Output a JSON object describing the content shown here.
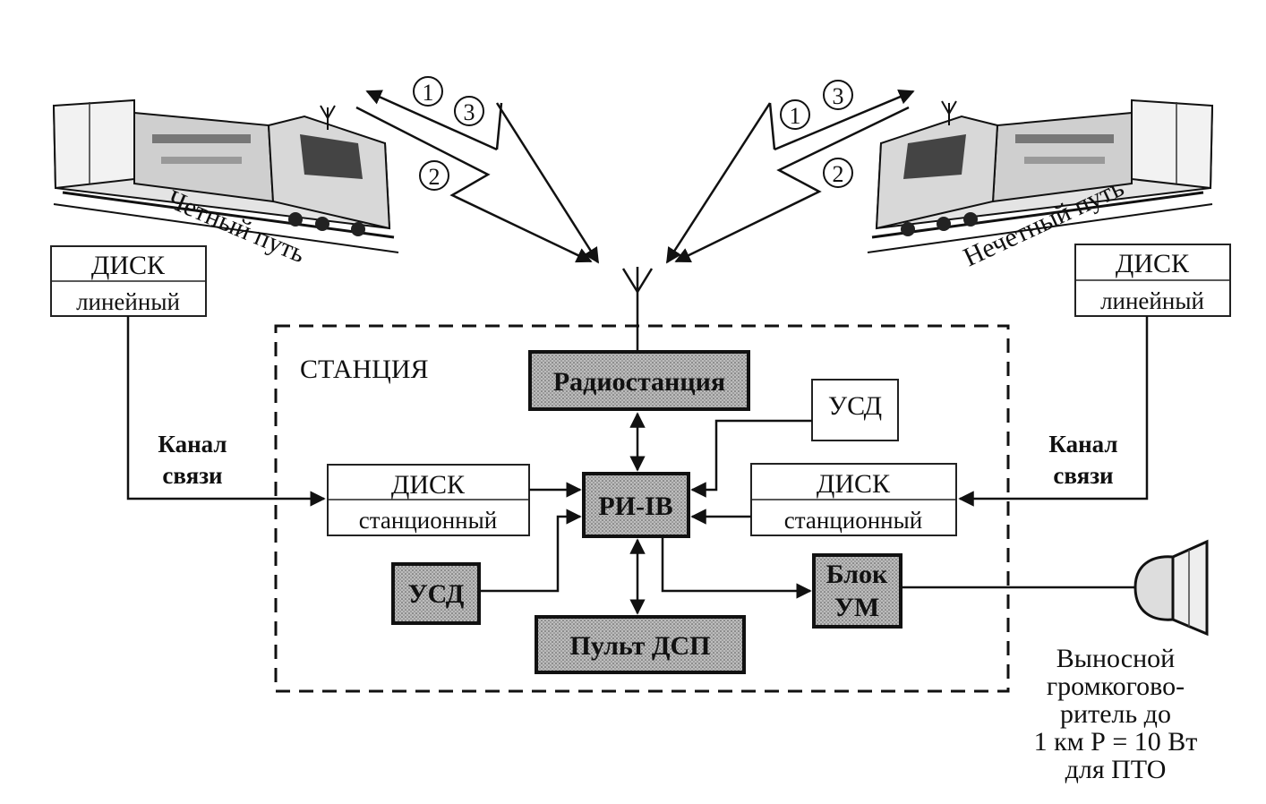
{
  "trains": {
    "left_label": "Четный путь",
    "right_label": "Нечетный путь"
  },
  "signals": {
    "left": [
      "1",
      "3",
      "2"
    ],
    "right": [
      "1",
      "3",
      "2"
    ]
  },
  "disk_line_left": {
    "title": "ДИСК",
    "subtitle": "линейный"
  },
  "disk_line_right": {
    "title": "ДИСК",
    "subtitle": "линейный"
  },
  "channel_left": {
    "line1": "Канал",
    "line2": "связи"
  },
  "channel_right": {
    "line1": "Канал",
    "line2": "связи"
  },
  "station": {
    "label": "СТАНЦИЯ",
    "radio": "Радиостанция",
    "usd_top": "УСД",
    "disk_left": {
      "title": "ДИСК",
      "subtitle": "станционный"
    },
    "disk_right": {
      "title": "ДИСК",
      "subtitle": "станционный"
    },
    "ri": "РИ-IВ",
    "usd_bottom": "УСД",
    "blok": {
      "line1": "Блок",
      "line2": "УМ"
    },
    "pult": "Пульт ДСП"
  },
  "speaker": {
    "lines": [
      "Выносной",
      "громкогово-",
      "ритель до",
      "1 км Р = 10 Вт",
      "для ПТО"
    ]
  }
}
